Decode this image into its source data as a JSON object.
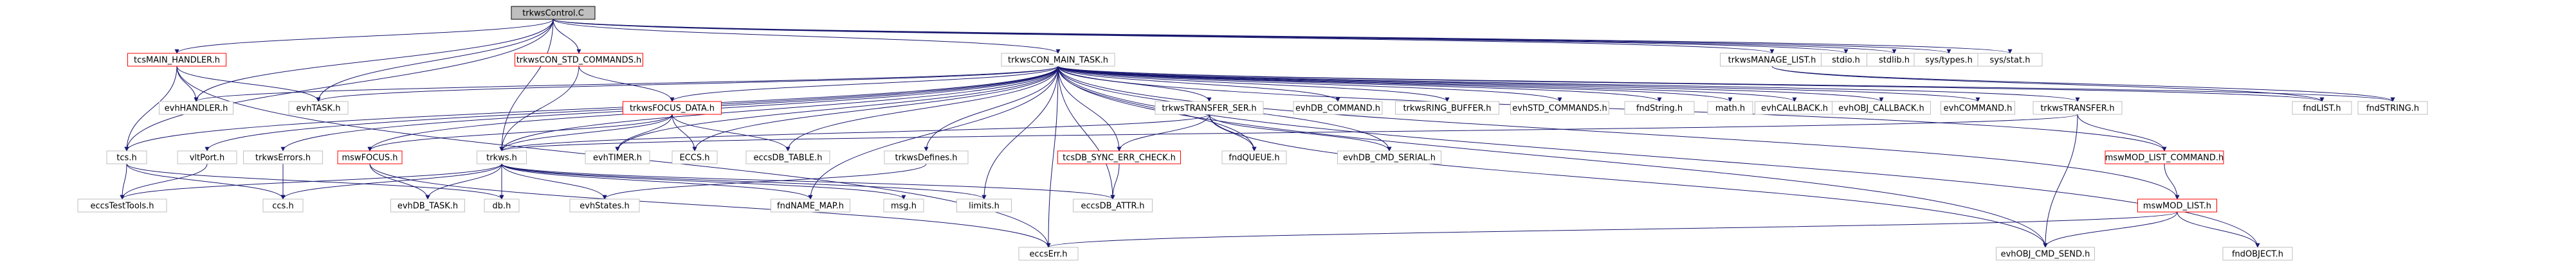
{
  "diagram": {
    "root": "trkwsControl.C",
    "colors": {
      "root_fill": "#bfbfbf",
      "node_border": "#bfbfbf",
      "highlight_border": "#ff0000",
      "edge": "#191970",
      "text": "#000000"
    },
    "nodes": [
      {
        "id": "root",
        "label": "trkwsControl.C",
        "style": "root"
      },
      {
        "id": "tcsMainHandler",
        "label": "tcsMAIN_HANDLER.h",
        "style": "red"
      },
      {
        "id": "conStdCmds",
        "label": "trkwsCON_STD_COMMANDS.h",
        "style": "red"
      },
      {
        "id": "conMainTask",
        "label": "trkwsCON_MAIN_TASK.h",
        "style": "plain"
      },
      {
        "id": "manageList",
        "label": "trkwsMANAGE_LIST.h",
        "style": "plain"
      },
      {
        "id": "stdio",
        "label": "stdio.h",
        "style": "plain"
      },
      {
        "id": "stdlib",
        "label": "stdlib.h",
        "style": "plain"
      },
      {
        "id": "systypes",
        "label": "sys/types.h",
        "style": "plain"
      },
      {
        "id": "sysstat",
        "label": "sys/stat.h",
        "style": "plain"
      },
      {
        "id": "evhHandler",
        "label": "evhHANDLER.h",
        "style": "plain"
      },
      {
        "id": "evhTask",
        "label": "evhTASK.h",
        "style": "plain"
      },
      {
        "id": "focusData",
        "label": "trkwsFOCUS_DATA.h",
        "style": "red"
      },
      {
        "id": "transferSer",
        "label": "trkwsTRANSFER_SER.h",
        "style": "plain"
      },
      {
        "id": "evhDbCommand",
        "label": "evhDB_COMMAND.h",
        "style": "plain"
      },
      {
        "id": "ringBuffer",
        "label": "trkwsRING_BUFFER.h",
        "style": "plain"
      },
      {
        "id": "evhStdCommands",
        "label": "evhSTD_COMMANDS.h",
        "style": "plain"
      },
      {
        "id": "fndString",
        "label": "fndString.h",
        "style": "plain"
      },
      {
        "id": "math",
        "label": "math.h",
        "style": "plain"
      },
      {
        "id": "evhCallback",
        "label": "evhCALLBACK.h",
        "style": "plain"
      },
      {
        "id": "evhObjCallback",
        "label": "evhOBJ_CALLBACK.h",
        "style": "plain"
      },
      {
        "id": "evhCommand",
        "label": "evhCOMMAND.h",
        "style": "plain"
      },
      {
        "id": "transfer",
        "label": "trkwsTRANSFER.h",
        "style": "plain"
      },
      {
        "id": "fndList",
        "label": "fndLIST.h",
        "style": "plain"
      },
      {
        "id": "fndStringU",
        "label": "fndSTRING.h",
        "style": "plain"
      },
      {
        "id": "tcs",
        "label": "tcs.h",
        "style": "plain"
      },
      {
        "id": "vltPort",
        "label": "vltPort.h",
        "style": "plain"
      },
      {
        "id": "errors",
        "label": "trkwsErrors.h",
        "style": "plain"
      },
      {
        "id": "mswFocus",
        "label": "mswFOCUS.h",
        "style": "red"
      },
      {
        "id": "trkws",
        "label": "trkws.h",
        "style": "plain"
      },
      {
        "id": "evhTimer",
        "label": "evhTIMER.h",
        "style": "plain"
      },
      {
        "id": "eccs",
        "label": "ECCS.h",
        "style": "plain"
      },
      {
        "id": "eccsDbTable",
        "label": "eccsDB_TABLE.h",
        "style": "plain"
      },
      {
        "id": "defines",
        "label": "trkwsDefines.h",
        "style": "plain"
      },
      {
        "id": "syncErrCheck",
        "label": "tcsDB_SYNC_ERR_CHECK.h",
        "style": "red"
      },
      {
        "id": "fndQueue",
        "label": "fndQUEUE.h",
        "style": "plain"
      },
      {
        "id": "evhDbCmdSerial",
        "label": "evhDB_CMD_SERIAL.h",
        "style": "plain"
      },
      {
        "id": "mswModListCmd",
        "label": "mswMOD_LIST_COMMAND.h",
        "style": "red"
      },
      {
        "id": "eccsTestTools",
        "label": "eccsTestTools.h",
        "style": "plain"
      },
      {
        "id": "ccs",
        "label": "ccs.h",
        "style": "plain"
      },
      {
        "id": "evhDbTask",
        "label": "evhDB_TASK.h",
        "style": "plain"
      },
      {
        "id": "db",
        "label": "db.h",
        "style": "plain"
      },
      {
        "id": "evhStates",
        "label": "evhStates.h",
        "style": "plain"
      },
      {
        "id": "fndNameMap",
        "label": "fndNAME_MAP.h",
        "style": "plain"
      },
      {
        "id": "msg",
        "label": "msg.h",
        "style": "plain"
      },
      {
        "id": "limits",
        "label": "limits.h",
        "style": "plain"
      },
      {
        "id": "eccsDbAttr",
        "label": "eccsDB_ATTR.h",
        "style": "plain"
      },
      {
        "id": "mswModList",
        "label": "mswMOD_LIST.h",
        "style": "red"
      },
      {
        "id": "eccsErr",
        "label": "eccsErr.h",
        "style": "plain"
      },
      {
        "id": "evhObjCmdSend",
        "label": "evhOBJ_CMD_SEND.h",
        "style": "plain"
      },
      {
        "id": "fndObject",
        "label": "fndOBJECT.h",
        "style": "plain"
      }
    ],
    "edges": [
      [
        "root",
        "tcsMainHandler"
      ],
      [
        "root",
        "conStdCmds"
      ],
      [
        "root",
        "conMainTask"
      ],
      [
        "root",
        "manageList"
      ],
      [
        "root",
        "stdio"
      ],
      [
        "root",
        "stdlib"
      ],
      [
        "root",
        "systypes"
      ],
      [
        "root",
        "sysstat"
      ],
      [
        "root",
        "evhHandler"
      ],
      [
        "root",
        "evhTask"
      ],
      [
        "root",
        "trkws"
      ],
      [
        "root",
        "tcs"
      ],
      [
        "tcsMainHandler",
        "evhHandler"
      ],
      [
        "tcsMainHandler",
        "evhTask"
      ],
      [
        "tcsMainHandler",
        "tcs"
      ],
      [
        "tcsMainHandler",
        "eccsErr"
      ],
      [
        "conStdCmds",
        "focusData"
      ],
      [
        "conStdCmds",
        "trkws"
      ],
      [
        "conMainTask",
        "evhHandler"
      ],
      [
        "conMainTask",
        "evhTask"
      ],
      [
        "conMainTask",
        "focusData"
      ],
      [
        "conMainTask",
        "transferSer"
      ],
      [
        "conMainTask",
        "evhDbCommand"
      ],
      [
        "conMainTask",
        "ringBuffer"
      ],
      [
        "conMainTask",
        "evhStdCommands"
      ],
      [
        "conMainTask",
        "fndString"
      ],
      [
        "conMainTask",
        "math"
      ],
      [
        "conMainTask",
        "evhCallback"
      ],
      [
        "conMainTask",
        "evhObjCallback"
      ],
      [
        "conMainTask",
        "evhCommand"
      ],
      [
        "conMainTask",
        "transfer"
      ],
      [
        "conMainTask",
        "fndList"
      ],
      [
        "conMainTask",
        "fndStringU"
      ],
      [
        "conMainTask",
        "tcs"
      ],
      [
        "conMainTask",
        "vltPort"
      ],
      [
        "conMainTask",
        "errors"
      ],
      [
        "conMainTask",
        "mswFocus"
      ],
      [
        "conMainTask",
        "trkws"
      ],
      [
        "conMainTask",
        "evhTimer"
      ],
      [
        "conMainTask",
        "eccs"
      ],
      [
        "conMainTask",
        "eccsDbTable"
      ],
      [
        "conMainTask",
        "defines"
      ],
      [
        "conMainTask",
        "syncErrCheck"
      ],
      [
        "conMainTask",
        "fndQueue"
      ],
      [
        "conMainTask",
        "evhDbCmdSerial"
      ],
      [
        "conMainTask",
        "mswModListCmd"
      ],
      [
        "conMainTask",
        "mswModList"
      ],
      [
        "conMainTask",
        "limits"
      ],
      [
        "conMainTask",
        "eccsDbAttr"
      ],
      [
        "conMainTask",
        "evhObjCmdSend"
      ],
      [
        "conMainTask",
        "fndObject"
      ],
      [
        "conMainTask",
        "fndNameMap"
      ],
      [
        "conMainTask",
        "eccsErr"
      ],
      [
        "manageList",
        "fndList"
      ],
      [
        "manageList",
        "fndStringU"
      ],
      [
        "focusData",
        "trkws"
      ],
      [
        "focusData",
        "mswFocus"
      ],
      [
        "focusData",
        "evhTimer"
      ],
      [
        "focusData",
        "eccs"
      ],
      [
        "focusData",
        "eccsDbTable"
      ],
      [
        "transferSer",
        "trkws"
      ],
      [
        "transferSer",
        "syncErrCheck"
      ],
      [
        "transferSer",
        "fndQueue"
      ],
      [
        "transferSer",
        "evhDbCmdSerial"
      ],
      [
        "transferSer",
        "evhObjCmdSend"
      ],
      [
        "transfer",
        "trkws"
      ],
      [
        "transfer",
        "mswModListCmd"
      ],
      [
        "transfer",
        "evhObjCmdSend"
      ],
      [
        "tcs",
        "eccsTestTools"
      ],
      [
        "tcs",
        "ccs"
      ],
      [
        "tcs",
        "db"
      ],
      [
        "vltPort",
        "eccsTestTools"
      ],
      [
        "errors",
        "ccs"
      ],
      [
        "mswFocus",
        "evhDbTask"
      ],
      [
        "mswFocus",
        "eccsErr"
      ],
      [
        "trkws",
        "eccsTestTools"
      ],
      [
        "trkws",
        "ccs"
      ],
      [
        "trkws",
        "evhDbTask"
      ],
      [
        "trkws",
        "db"
      ],
      [
        "trkws",
        "evhStates"
      ],
      [
        "trkws",
        "fndNameMap"
      ],
      [
        "trkws",
        "msg"
      ],
      [
        "trkws",
        "limits"
      ],
      [
        "trkws",
        "eccsDbAttr"
      ],
      [
        "defines",
        "evhStates"
      ],
      [
        "syncErrCheck",
        "eccsDbAttr"
      ],
      [
        "mswModListCmd",
        "mswModList"
      ],
      [
        "mswModList",
        "eccsErr"
      ],
      [
        "mswModList",
        "evhObjCmdSend"
      ],
      [
        "mswModList",
        "fndObject"
      ]
    ]
  }
}
